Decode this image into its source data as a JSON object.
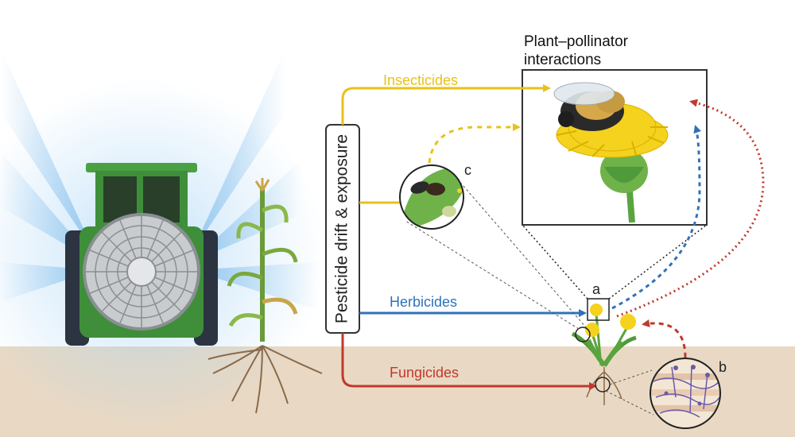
{
  "labels": {
    "pesticide_drift": "Pesticide drift & exposure",
    "insecticides": "Insecticides",
    "herbicides": "Herbicides",
    "fungicides": "Fungicides",
    "plant_pollinator_line1": "Plant–pollinator",
    "plant_pollinator_line2": "interactions",
    "panel_a": "a",
    "panel_b": "b",
    "panel_c": "c"
  },
  "colors": {
    "insecticides": "#e8c21a",
    "herbicides": "#2f73b8",
    "fungicides": "#c0392b",
    "soil": "#e9d9c4",
    "tractor_green": "#3f8f3a"
  }
}
